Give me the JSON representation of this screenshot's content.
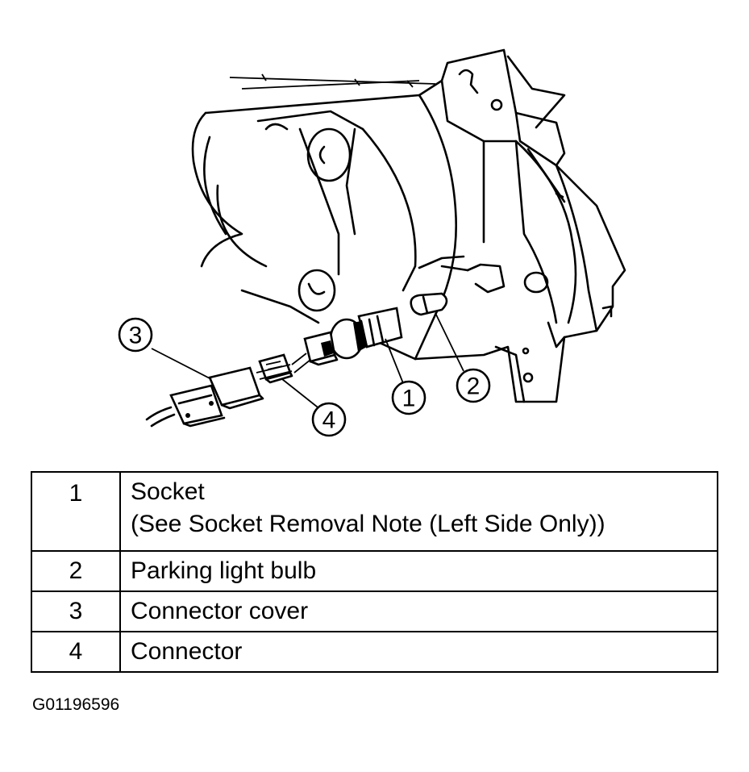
{
  "callouts": [
    "1",
    "2",
    "3",
    "4"
  ],
  "legend": [
    {
      "num": "1",
      "label": "Socket",
      "note": "(See Socket Removal Note (Left Side Only))"
    },
    {
      "num": "2",
      "label": "Parking light bulb",
      "note": ""
    },
    {
      "num": "3",
      "label": "Connector cover",
      "note": ""
    },
    {
      "num": "4",
      "label": "Connector",
      "note": ""
    }
  ],
  "figure_id": "G01196596"
}
